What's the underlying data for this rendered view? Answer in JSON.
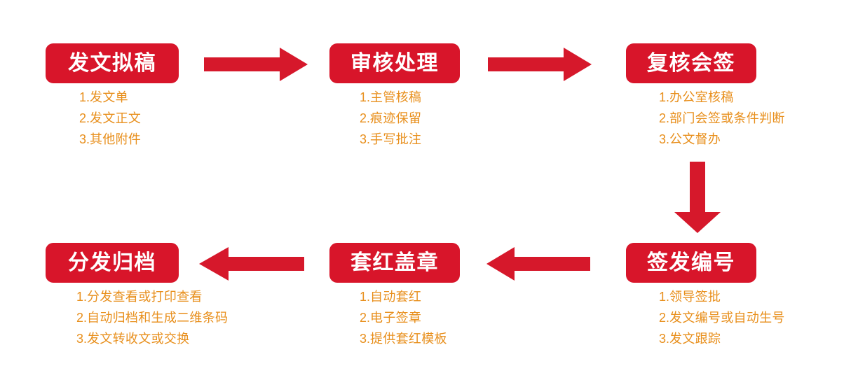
{
  "theme": {
    "background": "#ffffff",
    "pill_red": "#d8152a",
    "arrow_red": "#d6182b",
    "pill_text": "#ffffff",
    "list_text": "#e88f1c"
  },
  "diagram": {
    "type": "process-flow",
    "direction": "serpentine-left-to-right-then-right-to-left",
    "stage_count": 6,
    "stages": [
      {
        "id": "stage-1",
        "title": "发文拟稿",
        "items": [
          {
            "num": "1.",
            "text": "发文单"
          },
          {
            "num": "2.",
            "text": "发文正文"
          },
          {
            "num": "3.",
            "text": "其他附件"
          }
        ]
      },
      {
        "id": "stage-2",
        "title": "审核处理",
        "items": [
          {
            "num": "1.",
            "text": "主管核稿"
          },
          {
            "num": "2.",
            "text": "痕迹保留"
          },
          {
            "num": "3.",
            "text": "手写批注"
          }
        ]
      },
      {
        "id": "stage-3",
        "title": "复核会签",
        "items": [
          {
            "num": "1.",
            "text": "办公室核稿"
          },
          {
            "num": "2.",
            "text": "部门会签或条件判断"
          },
          {
            "num": "3.",
            "text": "公文督办"
          }
        ]
      },
      {
        "id": "stage-4",
        "title": "签发编号",
        "items": [
          {
            "num": "1.",
            "text": "领导签批"
          },
          {
            "num": "2.",
            "text": "发文编号或自动生号"
          },
          {
            "num": "3.",
            "text": "发文跟踪"
          }
        ]
      },
      {
        "id": "stage-5",
        "title": "套红盖章",
        "items": [
          {
            "num": "1.",
            "text": "自动套红"
          },
          {
            "num": "2.",
            "text": "电子签章"
          },
          {
            "num": "3.",
            "text": "提供套红模板"
          }
        ]
      },
      {
        "id": "stage-6",
        "title": "分发归档",
        "items": [
          {
            "num": "1.",
            "text": "分发查看或打印查看"
          },
          {
            "num": "2.",
            "text": "自动归档和生成二维条码"
          },
          {
            "num": "3.",
            "text": "发文转收文或交换"
          }
        ]
      }
    ],
    "connectors": [
      {
        "id": "arrow-1",
        "icon": "arrow-right-icon",
        "from": "stage-1",
        "to": "stage-2",
        "direction": "right"
      },
      {
        "id": "arrow-2",
        "icon": "arrow-right-icon",
        "from": "stage-2",
        "to": "stage-3",
        "direction": "right"
      },
      {
        "id": "arrow-3",
        "icon": "arrow-down-icon",
        "from": "stage-3",
        "to": "stage-4",
        "direction": "down"
      },
      {
        "id": "arrow-4",
        "icon": "arrow-left-icon",
        "from": "stage-4",
        "to": "stage-5",
        "direction": "left"
      },
      {
        "id": "arrow-5",
        "icon": "arrow-left-icon",
        "from": "stage-5",
        "to": "stage-6",
        "direction": "left"
      }
    ]
  }
}
